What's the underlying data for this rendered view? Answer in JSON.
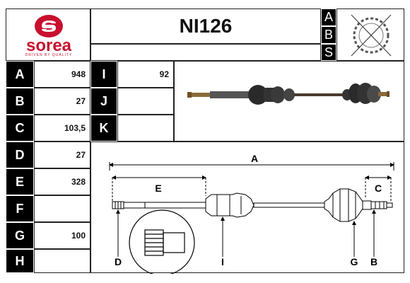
{
  "brand": {
    "name": "sorea",
    "tagline": "DRIVEN BY QUALITY",
    "color": "#c8102e"
  },
  "part_number": "NI126",
  "abs_letters": [
    "A",
    "B",
    "S"
  ],
  "specs_left": [
    {
      "label": "A",
      "value": "948"
    },
    {
      "label": "B",
      "value": "27"
    },
    {
      "label": "C",
      "value": "103,5"
    },
    {
      "label": "D",
      "value": "27"
    },
    {
      "label": "E",
      "value": "328"
    },
    {
      "label": "F",
      "value": ""
    },
    {
      "label": "G",
      "value": "100"
    },
    {
      "label": "H",
      "value": ""
    }
  ],
  "specs_right": [
    {
      "label": "I",
      "value": "92"
    },
    {
      "label": "J",
      "value": ""
    },
    {
      "label": "K",
      "value": ""
    }
  ],
  "diagram": {
    "labels": {
      "A": "A",
      "E": "E",
      "C": "C",
      "D": "D",
      "I": "I",
      "G": "G",
      "B": "B"
    }
  }
}
